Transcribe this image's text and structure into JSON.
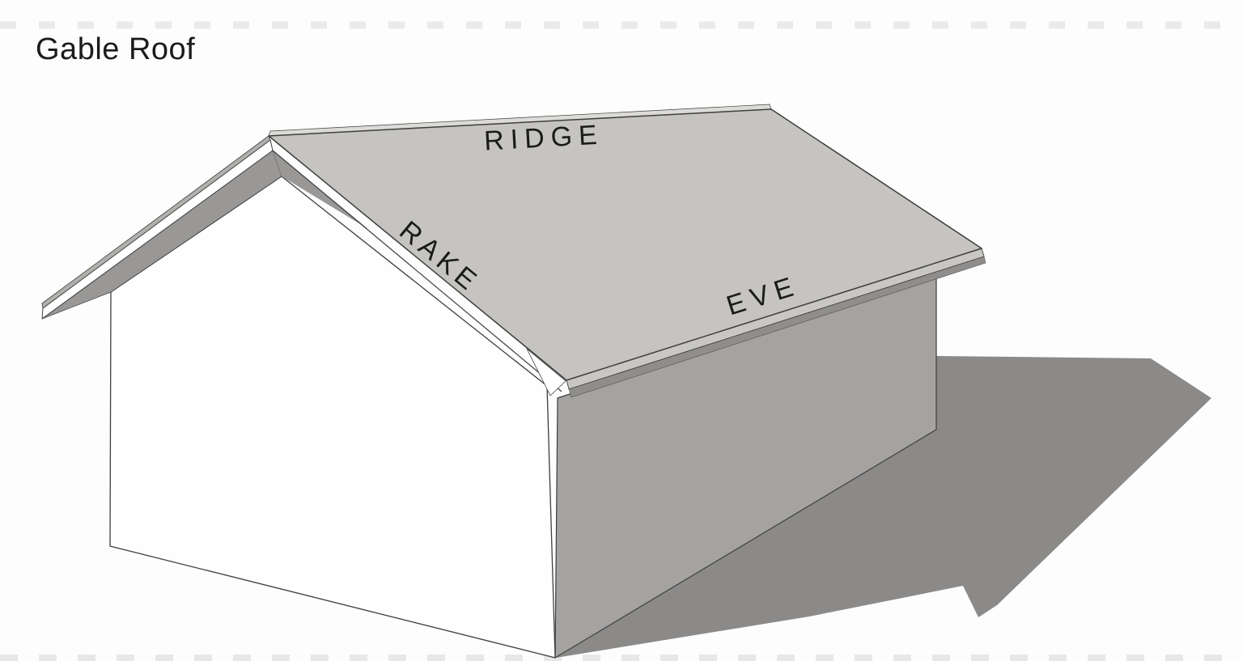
{
  "title": "Gable Roof",
  "diagram": {
    "type": "3d gable roof house illustration with part labels",
    "labels": {
      "ridge": "RIDGE",
      "rake": "RAKE",
      "eve": "EVE"
    },
    "colors": {
      "background": "#fdfdfd",
      "roof_top": "#c6c4c0",
      "ridge_sliver": "#dcdbd8",
      "left_roof_sliver": "#b2b0ad",
      "fascia": "#ffffff",
      "soffit": "#999896",
      "eave_fascia": "#c9c7c3",
      "eave_soffit": "#8f8e8c",
      "gable_wall": "#fefefe",
      "side_wall": "#a5a3a1",
      "shadow": "#8b8a89",
      "outline": "#3e3e3e",
      "text": "#1b1b1b"
    }
  }
}
